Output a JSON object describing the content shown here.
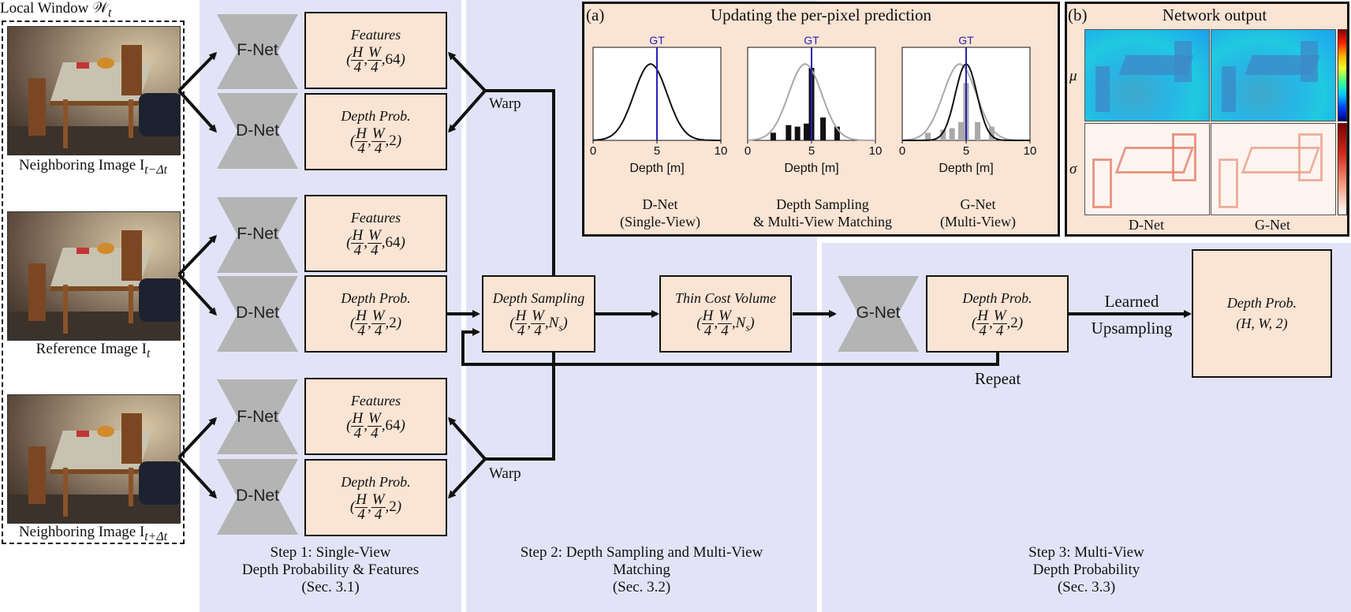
{
  "local_window": {
    "title": "Local Window 𝒲",
    "title_sub": "t"
  },
  "images": [
    {
      "label": "Neighboring Image I",
      "sub": "t−Δt"
    },
    {
      "label": "Reference Image I",
      "sub": "t"
    },
    {
      "label": "Neighboring Image I",
      "sub": "t+Δt"
    }
  ],
  "nets": {
    "f_net": "F-Net",
    "d_net": "D-Net",
    "g_net": "G-Net"
  },
  "boxes": {
    "features": "Features",
    "features_shape": {
      "a": "H",
      "b": "4",
      "c": "W",
      "d": "4",
      "tail": "64"
    },
    "depth_prob": "Depth Prob.",
    "depth_prob_shape": {
      "a": "H",
      "b": "4",
      "c": "W",
      "d": "4",
      "tail": "2"
    },
    "depth_sampling": "Depth Sampling",
    "depth_sampling_tail": "N",
    "depth_sampling_tail_sub": "s",
    "thin_cost_volume": "Thin Cost Volume",
    "final_depth_prob": "Depth Prob.",
    "final_shape": "(H, W, 2)"
  },
  "arrows": {
    "warp": "Warp",
    "learned_upsampling": [
      "Learned",
      "Upsampling"
    ],
    "repeat": "Repeat"
  },
  "steps": [
    {
      "lines": [
        "Step 1: Single-View",
        "Depth Probability & Features",
        "(Sec. 3.1)"
      ]
    },
    {
      "lines": [
        "Step 2: Depth Sampling and Multi-View",
        "Matching",
        "(Sec. 3.2)"
      ]
    },
    {
      "lines": [
        "Step 3: Multi-View",
        "Depth Probability",
        "(Sec. 3.3)"
      ]
    }
  ],
  "inset_a": {
    "tag": "(a)",
    "title": "Updating the per-pixel prediction",
    "gt_label": "GT",
    "xlabel": "Depth [m]",
    "captions": [
      [
        "D-Net",
        "(Single-View)"
      ],
      [
        "Depth Sampling",
        "& Multi-View Matching"
      ],
      [
        "G-Net",
        "(Multi-View)"
      ]
    ]
  },
  "inset_b": {
    "tag": "(b)",
    "title": "Network output",
    "row_labels": [
      "μ",
      "σ"
    ],
    "col_labels": [
      "D-Net",
      "G-Net"
    ]
  },
  "chart_data": [
    {
      "type": "line",
      "title": "",
      "xlabel": "Depth [m]",
      "ylabel": "",
      "xlim": [
        0,
        10
      ],
      "x_ticks": [
        0,
        5,
        10
      ],
      "gt": 5,
      "series": [
        {
          "kind": "gaussian",
          "mean": 4.5,
          "std": 1.3,
          "color": "#111111"
        }
      ]
    },
    {
      "type": "bar",
      "title": "",
      "xlabel": "Depth [m]",
      "ylabel": "",
      "xlim": [
        0,
        10
      ],
      "x_ticks": [
        0,
        5,
        10
      ],
      "gt": 5,
      "series": [
        {
          "kind": "gaussian",
          "mean": 4.5,
          "std": 1.3,
          "color": "#a9a9a9"
        }
      ],
      "bars": {
        "x": [
          2.0,
          3.2,
          3.9,
          4.6,
          5.0,
          5.9,
          7.0
        ],
        "values": [
          0.1,
          0.2,
          0.18,
          0.22,
          0.95,
          0.3,
          0.18
        ],
        "color": "#111111"
      }
    },
    {
      "type": "bar",
      "title": "",
      "xlabel": "Depth [m]",
      "ylabel": "",
      "xlim": [
        0,
        10
      ],
      "x_ticks": [
        0,
        5,
        10
      ],
      "gt": 5,
      "series": [
        {
          "kind": "gaussian",
          "mean": 4.5,
          "std": 1.3,
          "color": "#a9a9a9"
        },
        {
          "kind": "gaussian",
          "mean": 5.0,
          "std": 0.85,
          "color": "#111111"
        }
      ],
      "bars": {
        "x": [
          2.0,
          3.2,
          3.9,
          4.6,
          5.0,
          5.9,
          7.0
        ],
        "values": [
          0.1,
          0.14,
          0.16,
          0.24,
          0.75,
          0.24,
          0.18
        ],
        "color": "#a9a9a9"
      }
    }
  ]
}
